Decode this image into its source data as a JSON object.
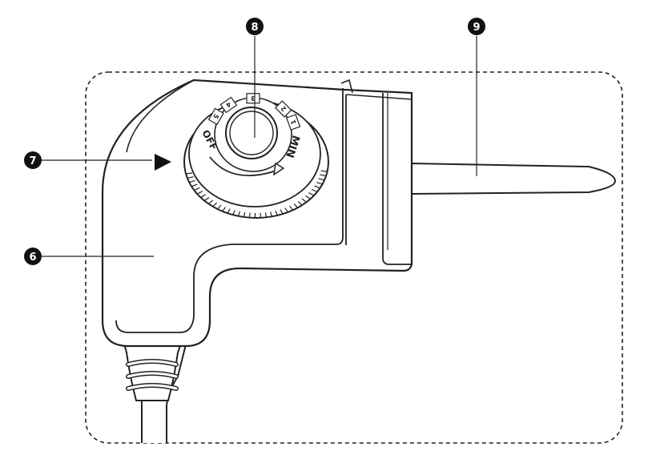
{
  "callouts": {
    "c6": "6",
    "c7": "7",
    "c8": "8",
    "c9": "9"
  },
  "dial": {
    "off_label": "OFF",
    "min_label": "MIN",
    "digits": [
      "1",
      "2",
      "3",
      "4",
      "5"
    ]
  },
  "colors": {
    "outline": "#222222",
    "fill": "#ffffff",
    "callout": "#111111"
  }
}
